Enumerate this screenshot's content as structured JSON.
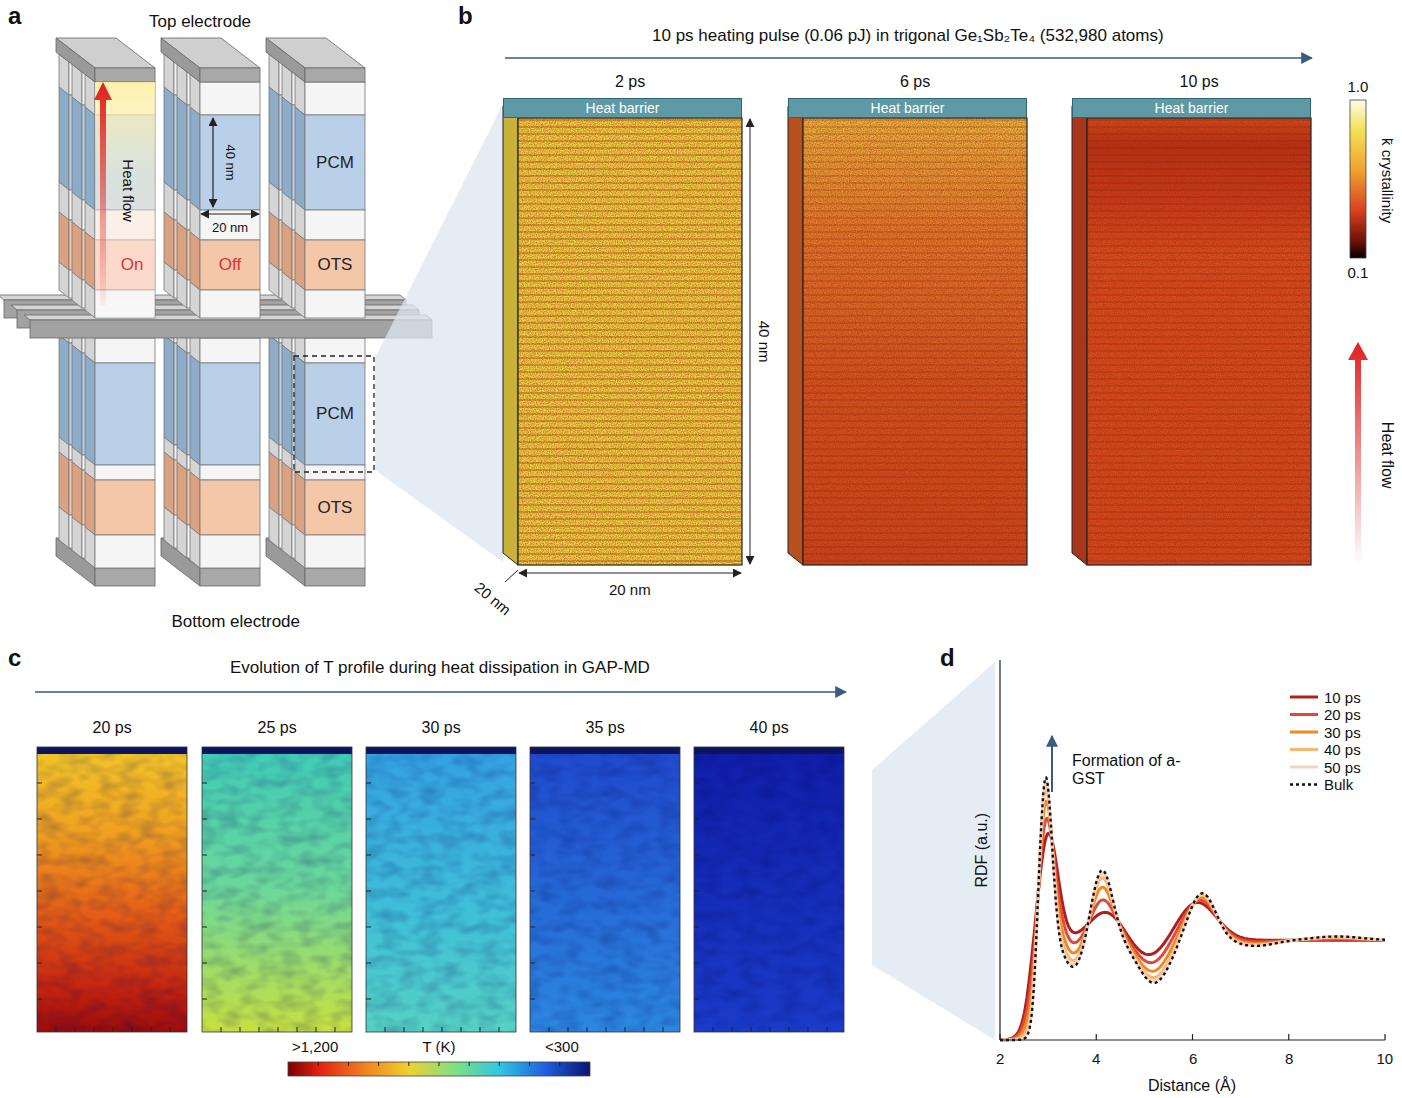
{
  "diagram": {
    "nodes": [
      {
        "text": [
          "PCM"
        ]
      },
      {
        "text": [
          "On"
        ]
      },
      {
        "text": [
          "Off"
        ]
      },
      {
        "text": [
          "OTS"
        ]
      },
      {
        "text": [
          "PCM"
        ]
      },
      {
        "text": [
          "OTS"
        ]
      },
      {
        "text": [
          "Heat barrier"
        ]
      },
      {
        "text": [
          "Heat barrier"
        ]
      },
      {
        "text": [
          "Heat barrier"
        ]
      }
    ],
    "labels": [
      "a",
      "Top electrode",
      "Heat flow",
      "40 nm",
      "20 nm",
      "Bottom electrode",
      "b",
      "10 ps heating pulse (0.06 pJ) in trigonal Ge₁Sb₂Te₄ (532,980 atoms)",
      "2 ps",
      "6 ps",
      "10 ps",
      "40 nm",
      "20 nm",
      "20 nm",
      "1.0",
      "k̄ crystallinity",
      "0.1",
      "Heat flow",
      "c",
      "Evolution of T profile during heat dissipation in GAP-MD",
      "20 ps",
      "25 ps",
      "30 ps",
      "35 ps",
      "40 ps",
      ">1,200",
      "T (K)",
      "<300",
      "d",
      "Formation of a-GST",
      "RDF (a.u.)",
      "2",
      "4",
      "6",
      "8",
      "10",
      "Distance (Å)"
    ],
    "legend": [
      {
        "text": "10 ps"
      },
      {
        "text": "20 ps"
      },
      {
        "text": "30 ps"
      },
      {
        "text": "40 ps"
      },
      {
        "text": "50 ps"
      },
      {
        "text": "Bulk"
      }
    ]
  }
}
